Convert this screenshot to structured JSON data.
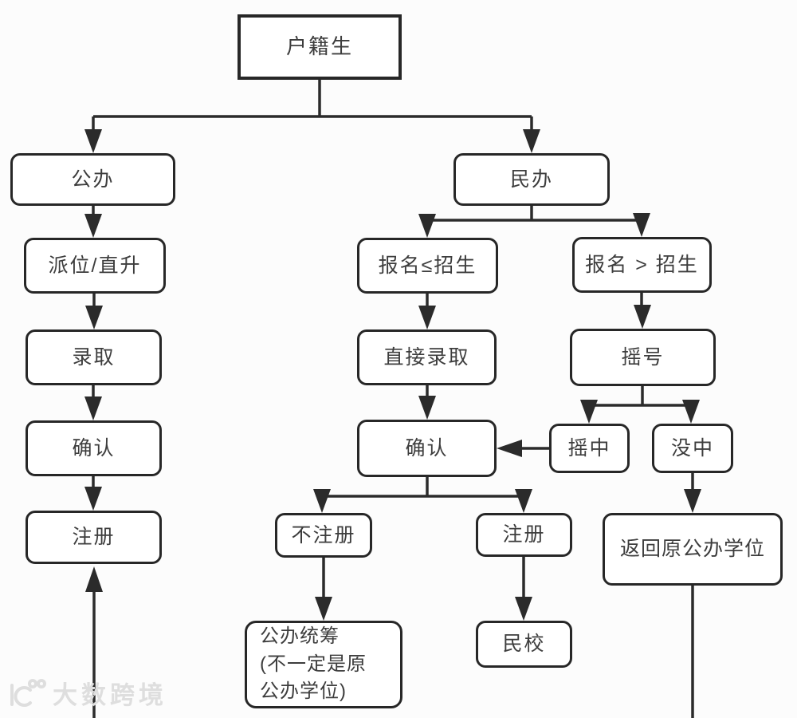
{
  "nodes": {
    "hujisheng": {
      "label": "户籍生"
    },
    "gongban": {
      "label": "公办"
    },
    "paiwei": {
      "label": "派位/直升"
    },
    "luqu": {
      "label": "录取"
    },
    "queren_left": {
      "label": "确认"
    },
    "zhuce_left": {
      "label": "注册"
    },
    "minban": {
      "label": "民办"
    },
    "baoming_le": {
      "label": "报名≤招生"
    },
    "baoming_gt": {
      "label": "报名 > 招生"
    },
    "zhijie_luqu": {
      "label": "直接录取"
    },
    "yaohao": {
      "label": "摇号"
    },
    "queren_mid": {
      "label": "确认"
    },
    "yaozhong": {
      "label": "摇中"
    },
    "meizhong": {
      "label": "没中"
    },
    "buzhuce": {
      "label": "不注册"
    },
    "zhuce_mid": {
      "label": "注册"
    },
    "tongchou": {
      "label": "公办统筹\n(不一定是原\n公办学位)"
    },
    "minxiao": {
      "label": "民校"
    },
    "fanhui": {
      "label": "返回原公办学位"
    }
  },
  "edges": [
    {
      "from": "hujisheng",
      "to": "gongban"
    },
    {
      "from": "hujisheng",
      "to": "minban"
    },
    {
      "from": "gongban",
      "to": "paiwei"
    },
    {
      "from": "paiwei",
      "to": "luqu"
    },
    {
      "from": "luqu",
      "to": "queren_left"
    },
    {
      "from": "queren_left",
      "to": "zhuce_left"
    },
    {
      "from": "minban",
      "to": "baoming_le"
    },
    {
      "from": "minban",
      "to": "baoming_gt"
    },
    {
      "from": "baoming_le",
      "to": "zhijie_luqu"
    },
    {
      "from": "baoming_gt",
      "to": "yaohao"
    },
    {
      "from": "zhijie_luqu",
      "to": "queren_mid"
    },
    {
      "from": "yaohao",
      "to": "yaozhong"
    },
    {
      "from": "yaohao",
      "to": "meizhong"
    },
    {
      "from": "yaozhong",
      "to": "queren_mid"
    },
    {
      "from": "queren_mid",
      "to": "buzhuce"
    },
    {
      "from": "queren_mid",
      "to": "zhuce_mid"
    },
    {
      "from": "buzhuce",
      "to": "tongchou"
    },
    {
      "from": "zhuce_mid",
      "to": "minxiao"
    },
    {
      "from": "meizhong",
      "to": "fanhui"
    },
    {
      "from": "fanhui",
      "to": "offscreen-bottom"
    },
    {
      "from": "offscreen-bottom",
      "to": "zhuce_left"
    }
  ],
  "watermark": {
    "text": "大数跨境"
  },
  "colors": {
    "line": "#2b2b2b",
    "box_border": "#272727",
    "box_fill": "#ffffff",
    "text": "#3d3d3d",
    "background": "#fcfcfc",
    "watermark": "#dedede"
  }
}
